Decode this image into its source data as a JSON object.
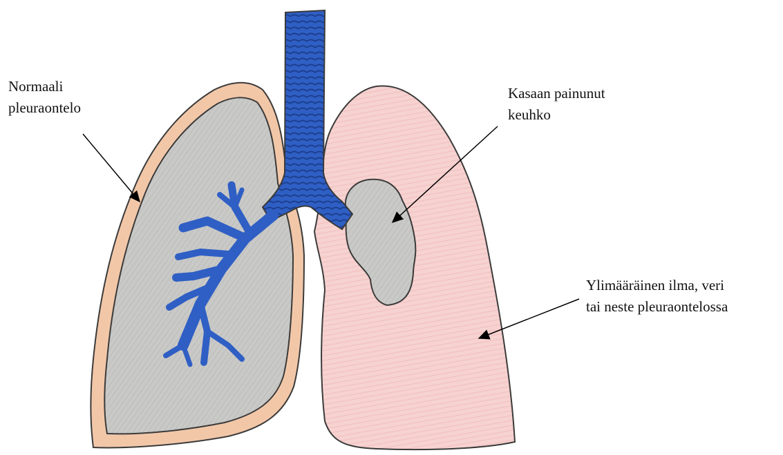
{
  "labels": {
    "normal_pleural_cavity": {
      "line1": "Normaali",
      "line2": "pleuraontelo"
    },
    "collapsed_lung": {
      "line1": "Kasaan painunut",
      "line2": "keuhko"
    },
    "excess_in_pleura": {
      "line1": "Ylimääräinen ilma, veri",
      "line2": "tai neste pleuraontelossa"
    }
  },
  "colors": {
    "trachea_blue": "#2f5fc4",
    "trachea_dark": "#1c3f8e",
    "lung_gray": "#c9c9c7",
    "pleura_peach": "#f2c7a8",
    "air_pink": "#f4c9c9",
    "outline": "#3a3a3a"
  }
}
